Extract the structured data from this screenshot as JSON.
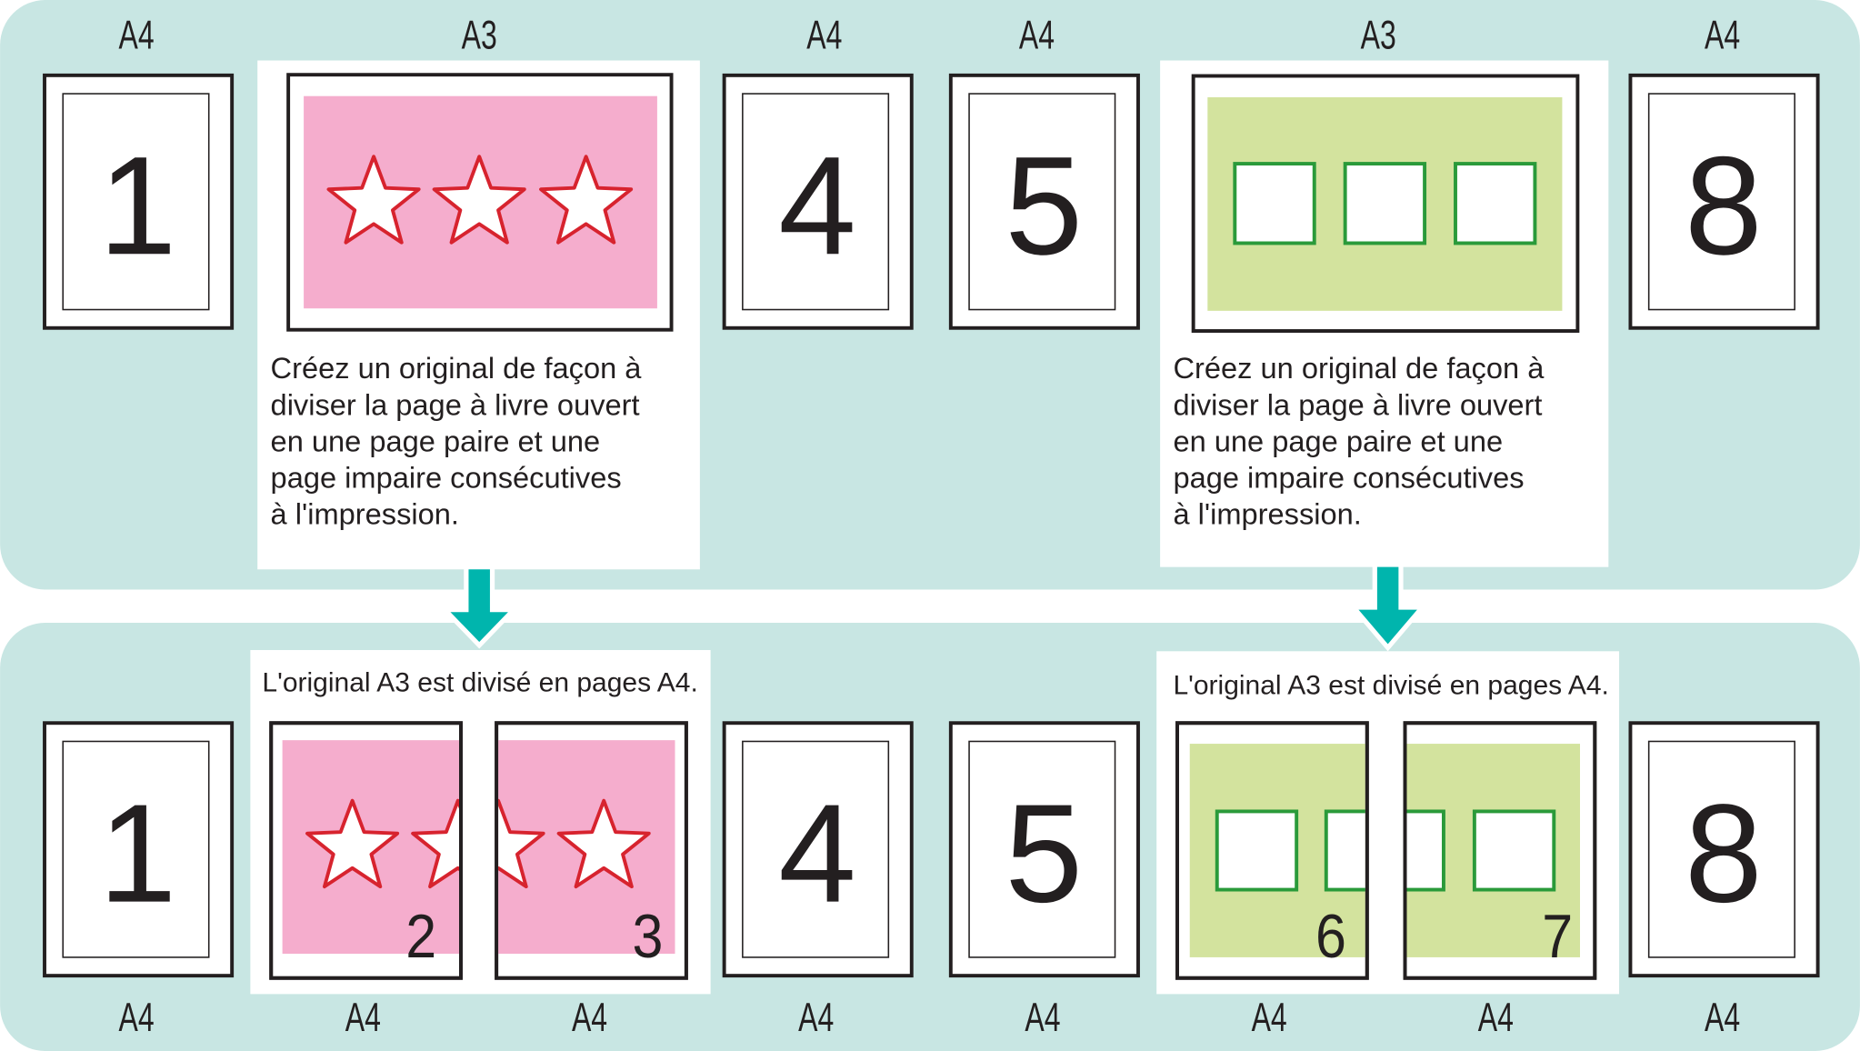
{
  "colors": {
    "panel": "#c8e6e3",
    "pink": "#f5adcd",
    "star": "#d7232e",
    "green": "#d3e39e",
    "square": "#2a9a3a",
    "arrow": "#00b5ad",
    "ink": "#231f20"
  },
  "top": {
    "labels": [
      "A4",
      "A3",
      "A4",
      "A4",
      "A3",
      "A4"
    ],
    "pages": [
      "1",
      "4",
      "5",
      "8"
    ],
    "description_lines": [
      "Créez un original de façon à",
      "diviser la page à livre ouvert",
      "en une page paire et une",
      "page impaire consécutives",
      "à l'impression."
    ]
  },
  "bottom": {
    "note": "L'original A3 est divisé en pages A4.",
    "pages": [
      "1",
      "4",
      "5",
      "8"
    ],
    "split_numbers": [
      "2",
      "3",
      "6",
      "7"
    ],
    "labels": [
      "A4",
      "A4",
      "A4",
      "A4",
      "A4",
      "A4",
      "A4",
      "A4"
    ]
  },
  "icons": {
    "arrow": "arrow-down-icon",
    "star": "star-icon",
    "square": "square-icon"
  }
}
